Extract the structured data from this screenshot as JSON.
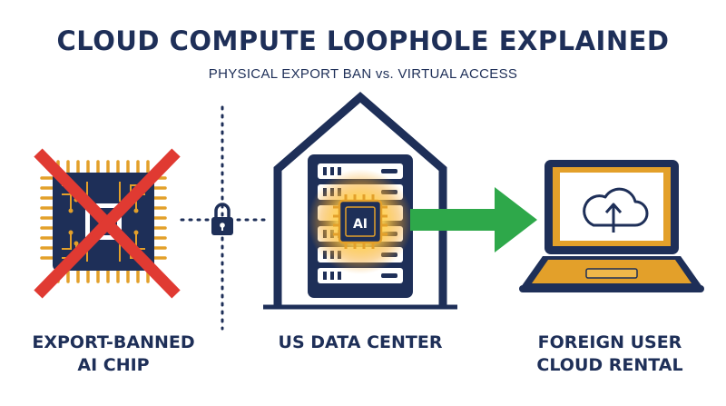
{
  "title": "CLOUD COMPUTE LOOPHOLE EXPLAINED",
  "subtitle": "PHYSICAL EXPORT BAN vs. VIRTUAL ACCESS",
  "chip_text": "AI",
  "labels": {
    "left": [
      "EXPORT-BANNED",
      "AI CHIP"
    ],
    "center": [
      "US DATA CENTER"
    ],
    "right": [
      "FOREIGN USER",
      "CLOUD RENTAL"
    ]
  },
  "icons": {
    "banned_chip": "cpu-chip-icon",
    "cross": "red-x-icon",
    "lock": "padlock-icon",
    "datacenter": "house-outline-icon",
    "server": "server-rack-icon",
    "arrow": "green-right-arrow-icon",
    "laptop": "laptop-icon",
    "upload": "cloud-upload-icon"
  },
  "colors": {
    "navy": "#1e2f58",
    "gold": "#e3a02a",
    "red": "#e03a32",
    "green": "#2ea84a"
  }
}
